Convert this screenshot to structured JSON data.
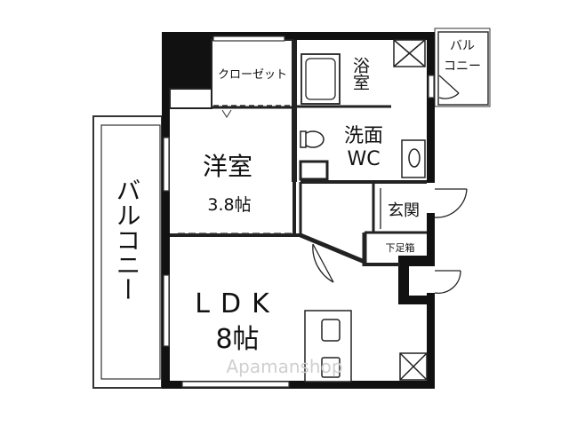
{
  "rooms": {
    "closet": "クローゼット",
    "bath": "浴室",
    "washroom_line1": "洗面",
    "washroom_line2": "WC",
    "western_room": "洋室",
    "western_room_size": "3.8帖",
    "entrance": "玄関",
    "shoe_box": "下足箱",
    "ldk": "LDK",
    "ldk_size": "8帖",
    "balcony_main": "バルコニー",
    "balcony_small_line1": "バル",
    "balcony_small_line2": "コニー"
  },
  "watermark": "Apamanshop"
}
